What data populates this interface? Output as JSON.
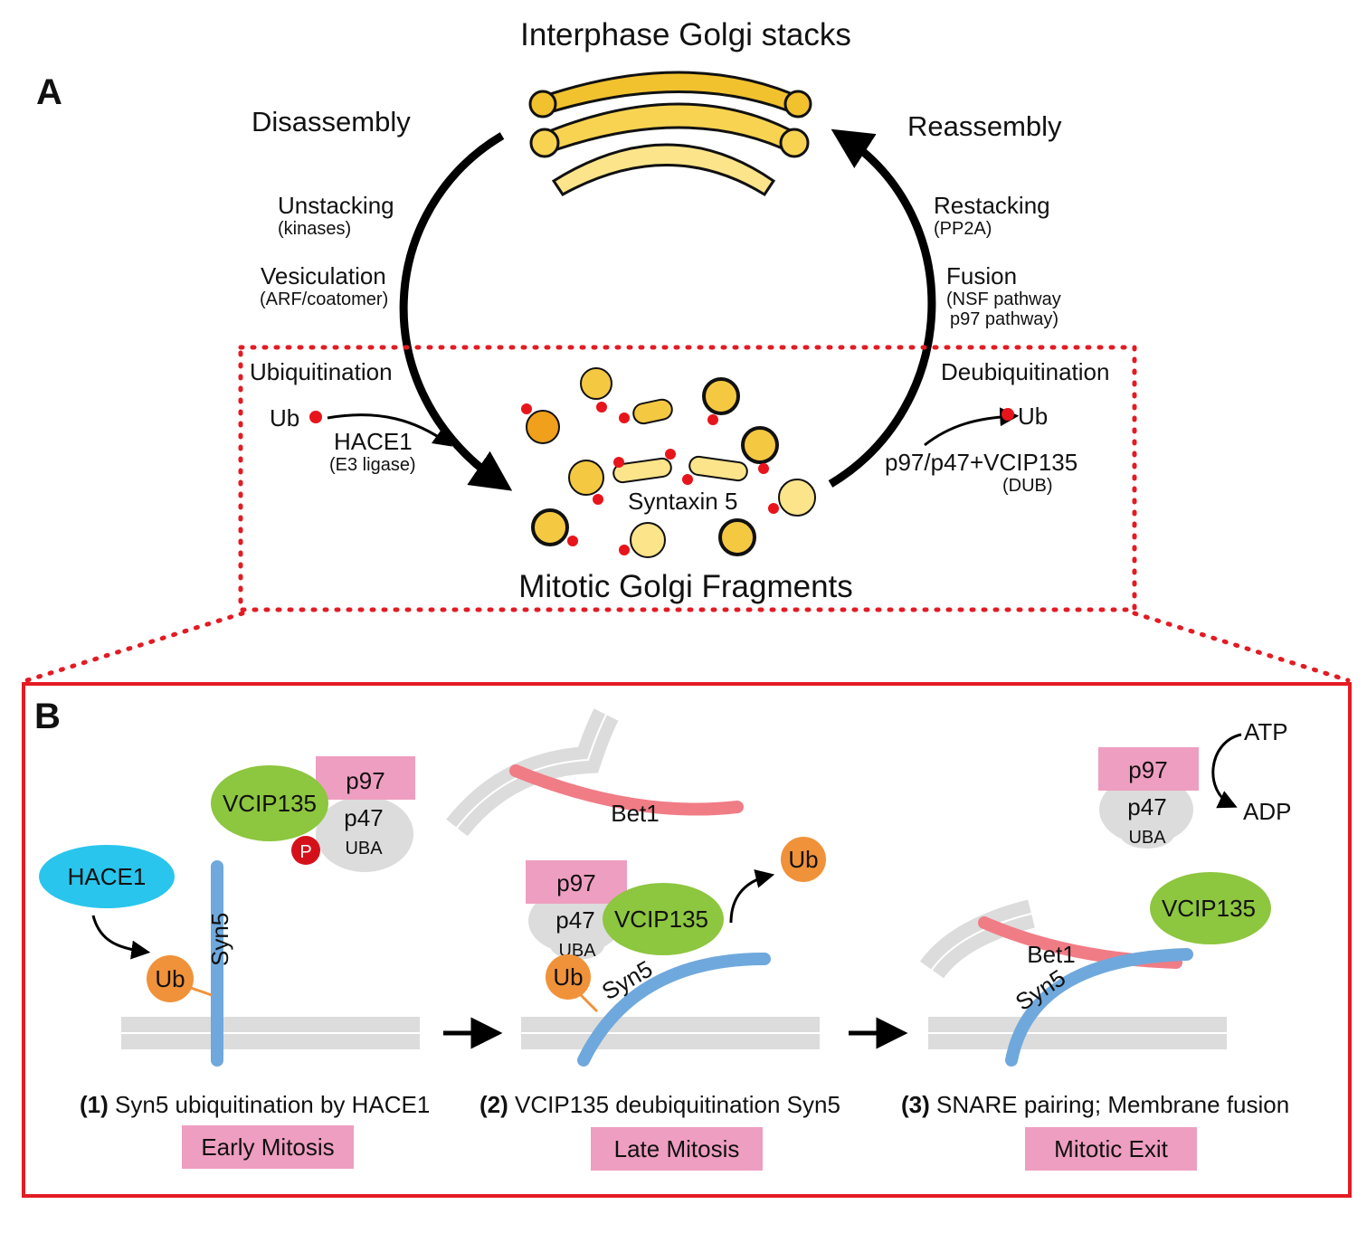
{
  "panel_a": {
    "letter": "A",
    "title": "Interphase Golgi stacks",
    "disassembly": "Disassembly",
    "reassembly": "Reassembly",
    "unstacking": "Unstacking",
    "unstacking_sub": "(kinases)",
    "vesiculation": "Vesiculation",
    "vesiculation_sub": "(ARF/coatomer)",
    "restacking": "Restacking",
    "restacking_sub": "(PP2A)",
    "fusion": "Fusion",
    "fusion_sub1": "(NSF pathway",
    "fusion_sub2": "p97 pathway)",
    "ubiquitination": "Ubiquitination",
    "deubiquitination": "Deubiquitination",
    "ub_left": "Ub",
    "ub_right": "Ub",
    "hace1": "HACE1",
    "hace1_sub": "(E3 ligase)",
    "dub_complex": "p97/p47+VCIP135",
    "dub_sub": "(DUB)",
    "syntaxin": "Syntaxin 5",
    "fragments": "Mitotic Golgi Fragments"
  },
  "panel_b": {
    "letter": "B",
    "step1": {
      "hace1": "HACE1",
      "vcip": "VCIP135",
      "p97": "p97",
      "p47": "p47",
      "uba": "UBA",
      "phospho": "P",
      "ub": "Ub",
      "syn5": "Syn5",
      "caption_num": "(1)",
      "caption": "Syn5 ubiquitination by HACE1",
      "stage": "Early Mitosis"
    },
    "step2": {
      "bet1": "Bet1",
      "p97": "p97",
      "p47": "p47",
      "uba": "UBA",
      "vcip": "VCIP135",
      "ub_free": "Ub",
      "ub": "Ub",
      "syn5": "Syn5",
      "caption_num": "(2)",
      "caption": "VCIP135 deubiquitination Syn5",
      "stage": "Late Mitosis"
    },
    "step3": {
      "p97": "p97",
      "p47": "p47",
      "uba": "UBA",
      "atp": "ATP",
      "adp": "ADP",
      "vcip": "VCIP135",
      "bet1": "Bet1",
      "syn5": "Syn5",
      "caption_num": "(3)",
      "caption": "SNARE pairing; Membrane fusion",
      "stage": "Mitotic Exit"
    }
  },
  "colors": {
    "golgi_yellow": "#f5c842",
    "golgi_light": "#fbe48a",
    "ubiquitin_red": "#e8141c",
    "ub_orange": "#f0923a",
    "vcip_green": "#8dc63f",
    "hace1_cyan": "#29c5ec",
    "p97_pink": "#ee9ec0",
    "syn5_blue": "#6fa8dc",
    "bet1_red": "#f07c86",
    "membrane_grey": "#dcdcdc",
    "frame_red": "#e31b23"
  }
}
